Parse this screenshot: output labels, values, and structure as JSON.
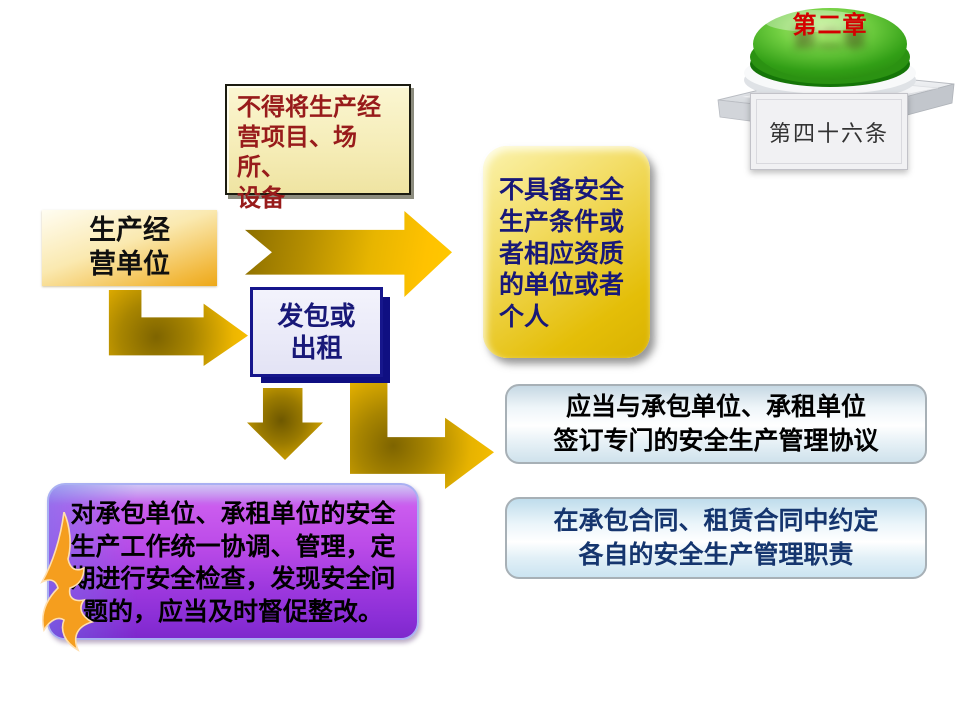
{
  "slide": {
    "background": "#FFFFFF"
  },
  "badge": {
    "chapter": "第二章",
    "article": "第四十六条"
  },
  "boxes": {
    "prohibition": {
      "lines": [
        "不得将生产经",
        "营项目、场所、",
        "设备"
      ]
    },
    "producer": {
      "lines": [
        "生产经",
        "营单位"
      ]
    },
    "contract": {
      "lines": [
        "发包或",
        "出租"
      ]
    },
    "unqualified": {
      "lines": [
        "不具备安全",
        "生产条件或",
        "者相应资质",
        "的单位或者",
        "个人"
      ]
    },
    "agreement": {
      "lines": [
        "应当与承包单位、承租单位",
        "签订专门的安全生产管理协议"
      ]
    },
    "terms": {
      "lines": [
        "在承包合同、租赁合同中约定",
        "各自的安全生产管理职责"
      ]
    },
    "coordination": {
      "lines": [
        "对承包单位、承租单位的安全",
        "生产工作统一协调、管理，定",
        "期进行安全检查，发现安全问",
        "题的，应当及时督促整改。"
      ]
    }
  },
  "icons": {
    "green_button": "green-dome-push-button",
    "flame": "orange-flame-flourish"
  },
  "colors": {
    "arrow_gold_bright": "#FFC400",
    "arrow_gold_dark": "#8A6D00",
    "navy_text": "#181878",
    "dark_red_text": "#981B1B",
    "chapter_red": "#D40000",
    "button_green": "#2F9C14",
    "purple_top": "#CB5CEE",
    "purple_bottom": "#7E28CC",
    "blue_box_edge": "#C6D8E3"
  }
}
